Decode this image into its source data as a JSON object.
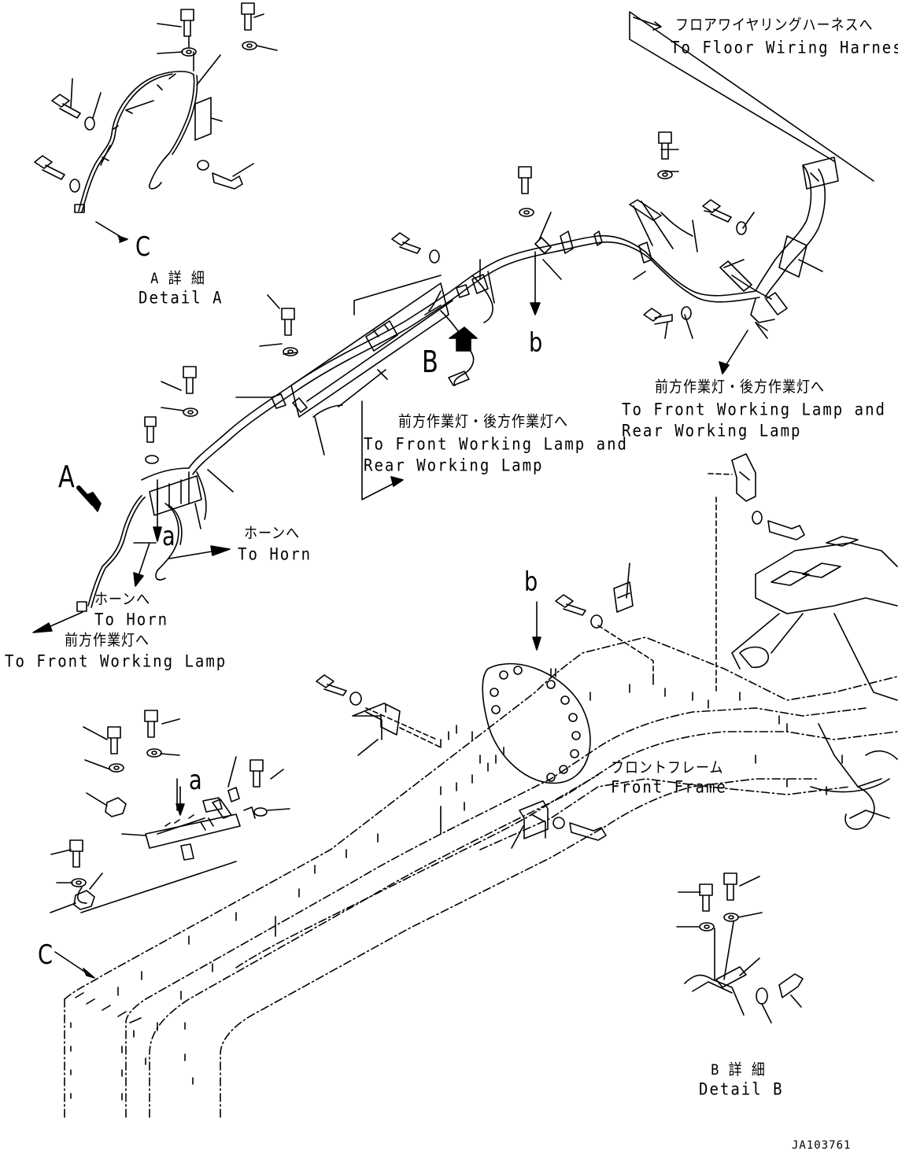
{
  "labels": {
    "floor_harness_jp": "フロアワイヤリングハーネスへ",
    "floor_harness_en": "To Floor Wiring Harness",
    "detail_a_jp": "A 詳 細",
    "detail_a_en": "Detail A",
    "detail_b_jp": "B 詳 細",
    "detail_b_en": "Detail B",
    "lamp_mid_jp": "前方作業灯・後方作業灯へ",
    "lamp_mid_en1": "To Front Working Lamp and",
    "lamp_mid_en2": "Rear Working Lamp",
    "lamp_right_jp": "前方作業灯・後方作業灯へ",
    "lamp_right_en1": "To Front Working Lamp and",
    "lamp_right_en2": "Rear Working Lamp",
    "horn1_jp": "ホーンへ",
    "horn1_en": "To Horn",
    "horn2_jp": "ホーンへ",
    "horn2_en": "To Horn",
    "front_lamp_jp": "前方作業灯へ",
    "front_lamp_en": "To Front Working Lamp",
    "front_frame_jp": "フロントフレーム",
    "front_frame_en": "Front Frame",
    "doc_id": "JA103761"
  },
  "callouts": {
    "a_upper": "a",
    "a_lower": "a",
    "b_upper": "b",
    "b_lower": "b",
    "c_upper": "C",
    "c_lower": "C",
    "view_a": "A",
    "view_b": "B"
  }
}
